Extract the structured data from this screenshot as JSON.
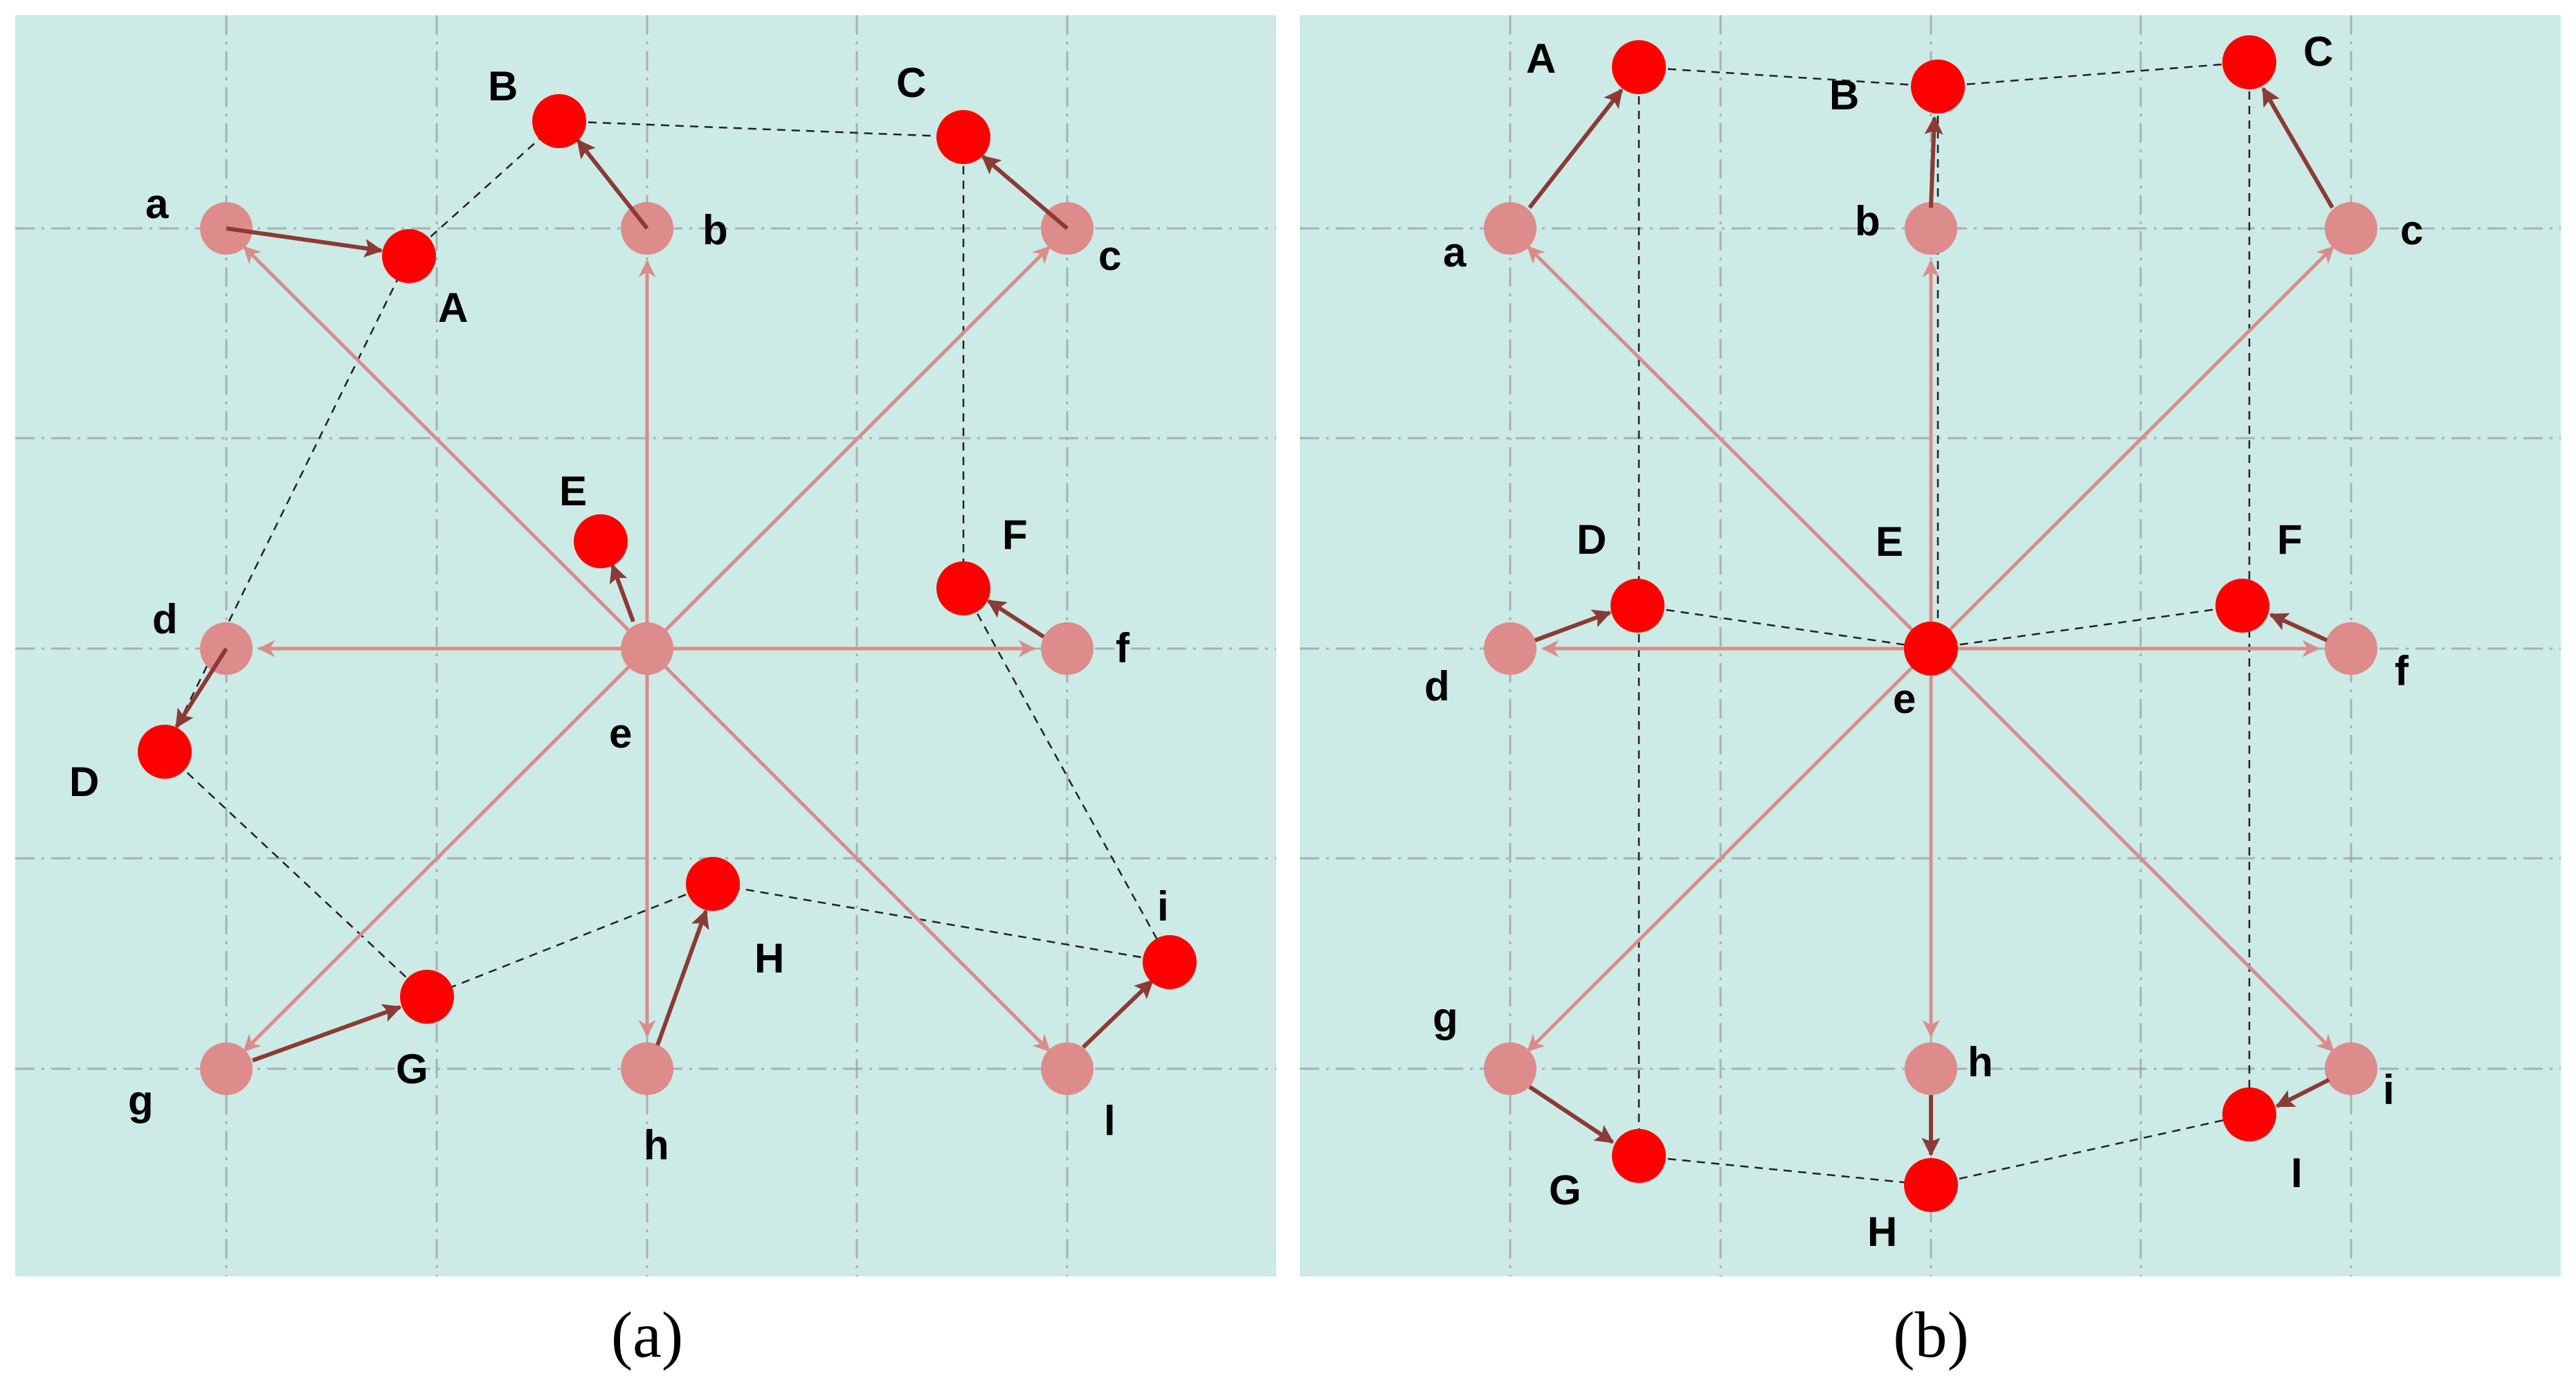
{
  "colors": {
    "panel_bg": "#cceae6",
    "grid": "#9aa0a0",
    "original_node": "#dd8b8b",
    "moved_node": "#ff0000",
    "displacement_arrow": "#d98d8a",
    "offset_arrow": "#8b3a35",
    "link": "#222222"
  },
  "panels": [
    {
      "caption": "(a)",
      "original_nodes": [
        {
          "id": "a",
          "label": "a"
        },
        {
          "id": "b",
          "label": "b"
        },
        {
          "id": "c",
          "label": "c"
        },
        {
          "id": "d",
          "label": "d"
        },
        {
          "id": "e",
          "label": "e"
        },
        {
          "id": "f",
          "label": "f"
        },
        {
          "id": "g",
          "label": "g"
        },
        {
          "id": "h",
          "label": "h"
        },
        {
          "id": "l",
          "label": "l"
        }
      ],
      "moved_nodes": [
        {
          "id": "A",
          "label": "A"
        },
        {
          "id": "B",
          "label": "B"
        },
        {
          "id": "C",
          "label": "C"
        },
        {
          "id": "D",
          "label": "D"
        },
        {
          "id": "E",
          "label": "E"
        },
        {
          "id": "F",
          "label": "F"
        },
        {
          "id": "G",
          "label": "G"
        },
        {
          "id": "H",
          "label": "H"
        },
        {
          "id": "i",
          "label": "i"
        }
      ],
      "links": [
        [
          "A",
          "B"
        ],
        [
          "B",
          "C"
        ],
        [
          "C",
          "F"
        ],
        [
          "F",
          "i"
        ],
        [
          "i",
          "H"
        ],
        [
          "H",
          "G"
        ],
        [
          "G",
          "D"
        ],
        [
          "D",
          "A"
        ]
      ]
    },
    {
      "caption": "(b)",
      "original_nodes": [
        {
          "id": "a",
          "label": "a"
        },
        {
          "id": "b",
          "label": "b"
        },
        {
          "id": "c",
          "label": "c"
        },
        {
          "id": "d",
          "label": "d"
        },
        {
          "id": "e",
          "label": "e"
        },
        {
          "id": "f",
          "label": "f"
        },
        {
          "id": "g",
          "label": "g"
        },
        {
          "id": "h",
          "label": "h"
        },
        {
          "id": "i",
          "label": "i"
        }
      ],
      "moved_nodes": [
        {
          "id": "A",
          "label": "A"
        },
        {
          "id": "B",
          "label": "B"
        },
        {
          "id": "C",
          "label": "C"
        },
        {
          "id": "D",
          "label": "D"
        },
        {
          "id": "E",
          "label": "E"
        },
        {
          "id": "F",
          "label": "F"
        },
        {
          "id": "G",
          "label": "G"
        },
        {
          "id": "H",
          "label": "H"
        },
        {
          "id": "I",
          "label": "I"
        }
      ],
      "links": [
        [
          "A",
          "B"
        ],
        [
          "B",
          "C"
        ],
        [
          "A",
          "G"
        ],
        [
          "C",
          "I"
        ],
        [
          "G",
          "H"
        ],
        [
          "H",
          "I"
        ],
        [
          "D",
          "E"
        ],
        [
          "E",
          "F"
        ],
        [
          "B",
          "E"
        ]
      ]
    }
  ]
}
